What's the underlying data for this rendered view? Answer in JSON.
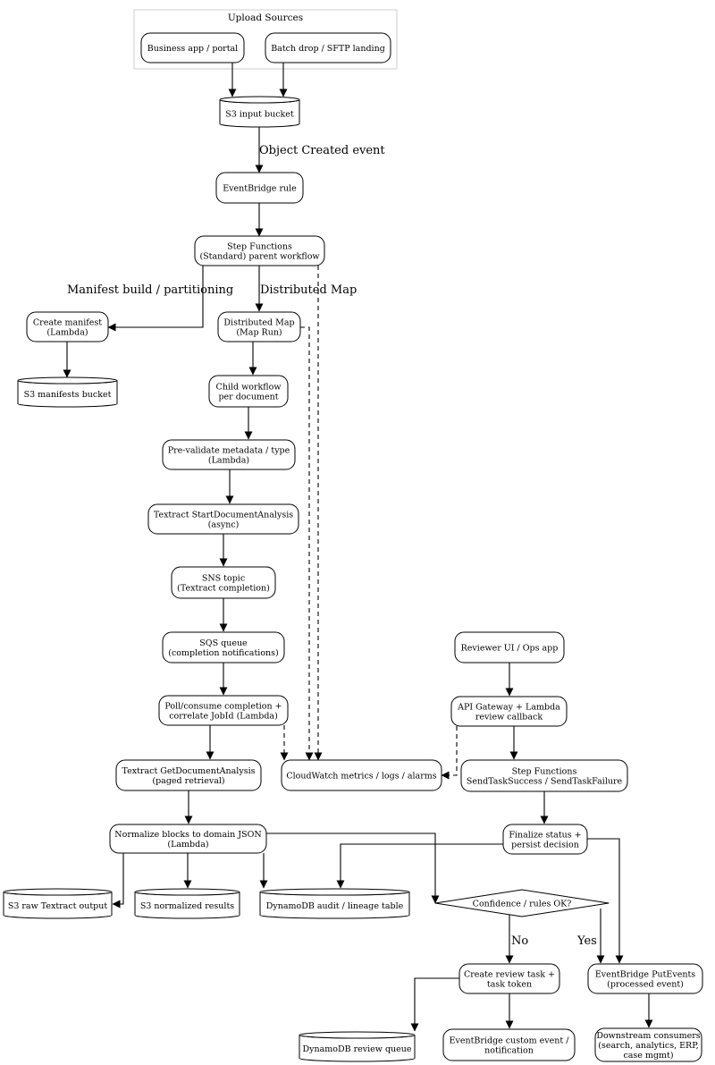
{
  "cluster": {
    "label": "Upload Sources"
  },
  "nodes": {
    "business_app": [
      "Business app / portal"
    ],
    "batch_drop": [
      "Batch drop / SFTP landing"
    ],
    "s3_input": [
      "S3 input bucket"
    ],
    "eventbridge_rule": [
      "EventBridge rule"
    ],
    "sf_parent": [
      "Step Functions",
      "(Standard) parent workflow"
    ],
    "create_manifest": [
      "Create manifest",
      "(Lambda)"
    ],
    "s3_manifests": [
      "S3 manifests bucket"
    ],
    "dist_map": [
      "Distributed Map",
      "(Map Run)"
    ],
    "child_wf": [
      "Child workflow",
      "per document"
    ],
    "prevalidate": [
      "Pre-validate metadata / type",
      "(Lambda)"
    ],
    "textract_start": [
      "Textract StartDocumentAnalysis",
      "(async)"
    ],
    "sns_topic": [
      "SNS topic",
      "(Textract completion)"
    ],
    "sqs_queue": [
      "SQS queue",
      "(completion notifications)"
    ],
    "poll_consume": [
      "Poll/consume completion +",
      "correlate JobId (Lambda)"
    ],
    "textract_get": [
      "Textract GetDocumentAnalysis",
      "(paged retrieval)"
    ],
    "cloudwatch": [
      "CloudWatch metrics / logs / alarms"
    ],
    "normalize": [
      "Normalize blocks to domain JSON",
      "(Lambda)"
    ],
    "s3_raw": [
      "S3 raw Textract output"
    ],
    "s3_normalized": [
      "S3 normalized results"
    ],
    "dynamo_audit": [
      "DynamoDB audit / lineage table"
    ],
    "reviewer_ui": [
      "Reviewer UI / Ops app"
    ],
    "apigw_callback": [
      "API Gateway + Lambda",
      "review callback"
    ],
    "sf_callback": [
      "Step Functions",
      "SendTaskSuccess / SendTaskFailure"
    ],
    "finalize": [
      "Finalize status +",
      "persist decision"
    ],
    "confidence": [
      "Confidence / rules OK?"
    ],
    "create_review": [
      "Create review task +",
      "task token"
    ],
    "eb_putevents": [
      "EventBridge PutEvents",
      "(processed event)"
    ],
    "dynamo_review": [
      "DynamoDB review queue"
    ],
    "eb_custom": [
      "EventBridge custom event /",
      "notification"
    ],
    "downstream": [
      "Downstream consumers",
      "(search, analytics, ERP,",
      "case mgmt)"
    ]
  },
  "edge_labels": {
    "object_created": "Object Created event",
    "manifest_build": "Manifest build / partitioning",
    "distributed_map": "Distributed Map",
    "no": "No",
    "yes": "Yes"
  }
}
